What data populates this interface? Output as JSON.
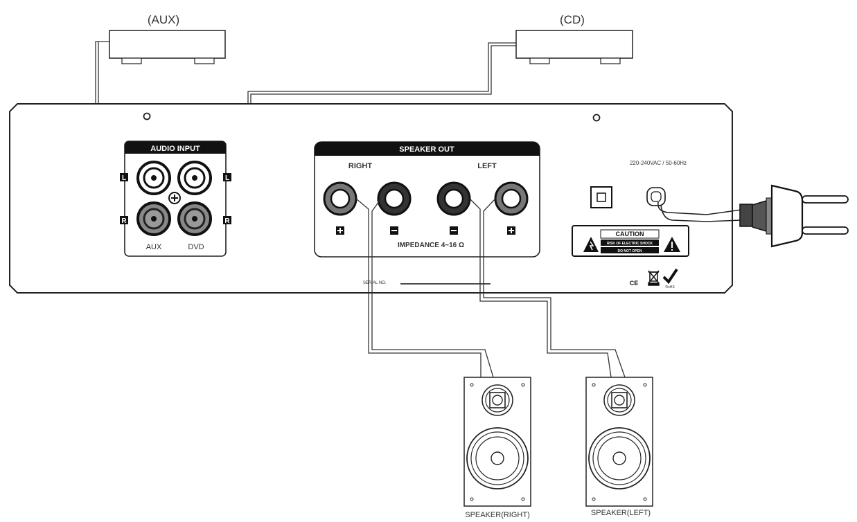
{
  "devices": {
    "aux_label": "(AUX)",
    "cd_label": "(CD)"
  },
  "audio_input": {
    "title": "AUDIO INPUT",
    "left_marker": "L",
    "right_marker": "R",
    "left_channel_marker": "L",
    "right_channel_marker": "R",
    "aux_label": "AUX",
    "dvd_label": "DVD"
  },
  "speaker_out": {
    "title": "SPEAKER OUT",
    "right_label": "RIGHT",
    "left_label": "LEFT",
    "impedance": "IMPEDANCE 4~16 Ω"
  },
  "power": {
    "rating": "220-240VAC / 50-60Hz",
    "caution_title": "CAUTION",
    "caution_line1": "RISK OF ELECTRIC SHOCK",
    "caution_line2": "DO NOT OPEN"
  },
  "panel": {
    "serial_label": "SERIAL NO."
  },
  "speakers": {
    "right_label": "SPEAKER(RIGHT)",
    "left_label": "SPEAKER(LEFT)"
  },
  "marks": {
    "ce": "CE",
    "rohs": "RoHS"
  }
}
